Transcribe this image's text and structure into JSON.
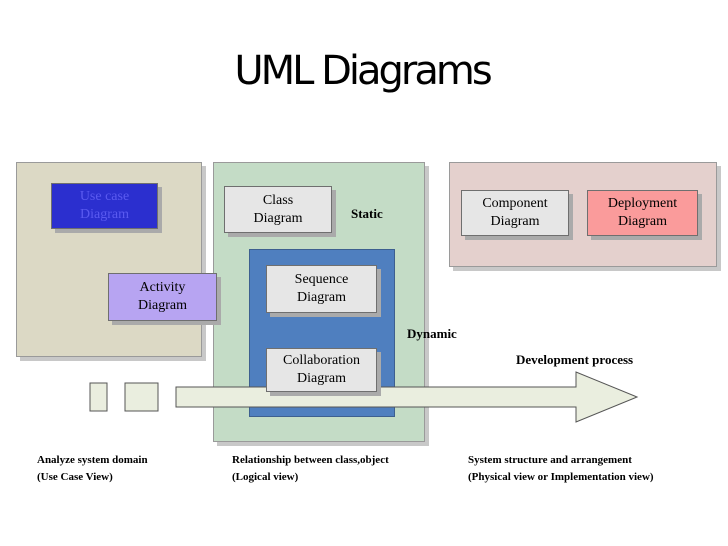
{
  "title": "UML Diagrams",
  "boxes": {
    "use_case": "Use case\nDiagram",
    "activity": "Activity\nDiagram",
    "class": "Class\nDiagram",
    "sequence": "Sequence\nDiagram",
    "collaboration": "Collaboration\nDiagram",
    "component": "Component\nDiagram",
    "deployment": "Deployment\nDiagram"
  },
  "labels": {
    "static": "Static",
    "dynamic": "Dynamic",
    "development_process": "Development process"
  },
  "captions": {
    "use_case_view": "Analyze system domain\n(Use Case View)",
    "logical_view": "Relationship between class,object\n(Logical view)",
    "physical_view": "System structure and arrangement\n(Physical view or Implementation view)"
  },
  "colors": {
    "left_panel": "#dcd9c5",
    "middle_panel": "#c4dcc6",
    "right_panel": "#e4d0cd",
    "dynamic_column": "#4f7fbf",
    "use_case_box": "#2b2fcf",
    "activity_box": "#b7a4f2",
    "light_box": "#e6e6e6",
    "deployment_box": "#fa9b9b",
    "arrow_fill": "#eaeedf"
  }
}
